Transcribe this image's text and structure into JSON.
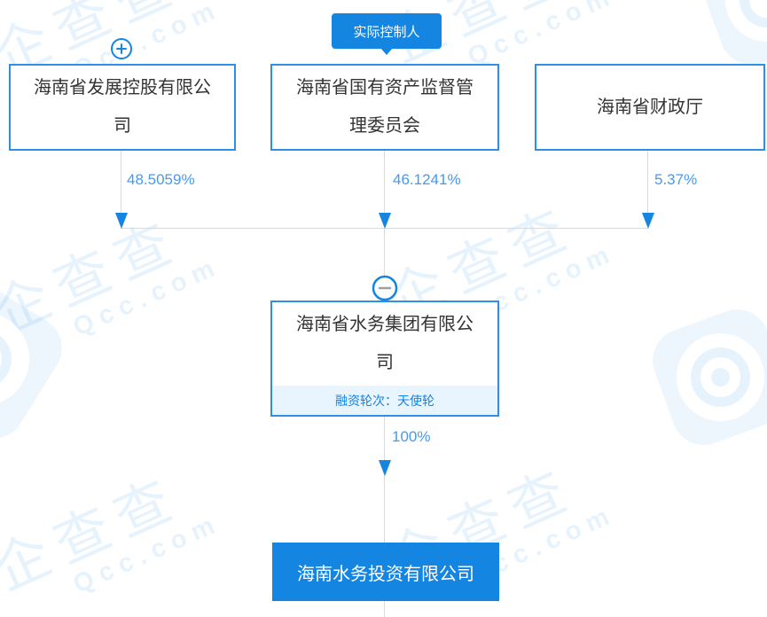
{
  "watermark": {
    "brand_cn": "企查查",
    "brand_en": "Qcc.com"
  },
  "badge": {
    "label": "实际控制人"
  },
  "shareholders": [
    {
      "name": "海南省发展控股有限公司",
      "percent": "48.5059%",
      "icon": "plus-expand-icon"
    },
    {
      "name": "海南省国有资产监督管理委员会",
      "percent": "46.1241%"
    },
    {
      "name": "海南省财政厅",
      "percent": "5.37%"
    }
  ],
  "intermediate": {
    "name": "海南省水务集团有限公司",
    "financing_label": "融资轮次：天使轮",
    "ownership_percent": "100%",
    "icon": "minus-collapse-icon"
  },
  "target": {
    "name": "海南水务投资有限公司"
  },
  "colors": {
    "primary_blue": "#1585e2",
    "box_border_blue": "#2f8fe8",
    "percent_text_blue": "#459af0",
    "financing_strip_bg": "#e8f4fe",
    "connector_gray": "#d9d9d9",
    "text_dark": "#333333",
    "watermark_blue": "rgba(21,133,226,0.10)"
  }
}
